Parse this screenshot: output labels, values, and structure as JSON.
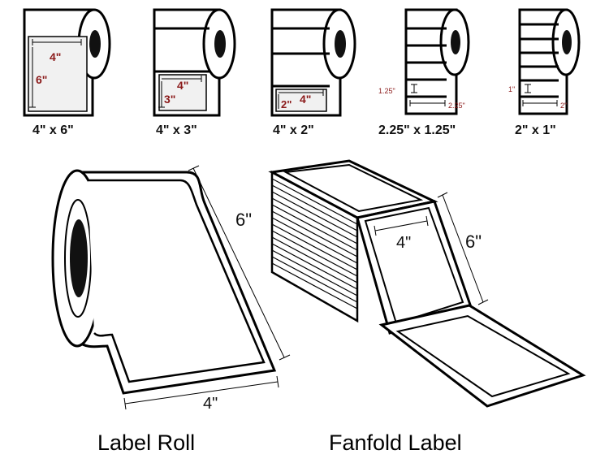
{
  "rolls": [
    {
      "caption": "4\" x 6\"",
      "width_label": "4\"",
      "height_label": "6\""
    },
    {
      "caption": "4\" x 3\"",
      "width_label": "4\"",
      "height_label": "3\""
    },
    {
      "caption": "4\" x 2\"",
      "width_label": "4\"",
      "height_label": "2\""
    },
    {
      "caption": "2.25\" x 1.25\"",
      "width_label": "2.25\"",
      "height_label": "1.25\""
    },
    {
      "caption": "2\" x 1\"",
      "width_label": "2\"",
      "height_label": "1\""
    }
  ],
  "label_roll": {
    "caption": "Label Roll",
    "width_label": "4\"",
    "height_label": "6\""
  },
  "fanfold": {
    "caption": "Fanfold Label",
    "width_label": "4\"",
    "height_label": "6\""
  },
  "colors": {
    "outline": "#000000",
    "label_fill": "#f1f1f1",
    "dimension_text": "#8b1a1a",
    "roll_core": "#111111"
  }
}
